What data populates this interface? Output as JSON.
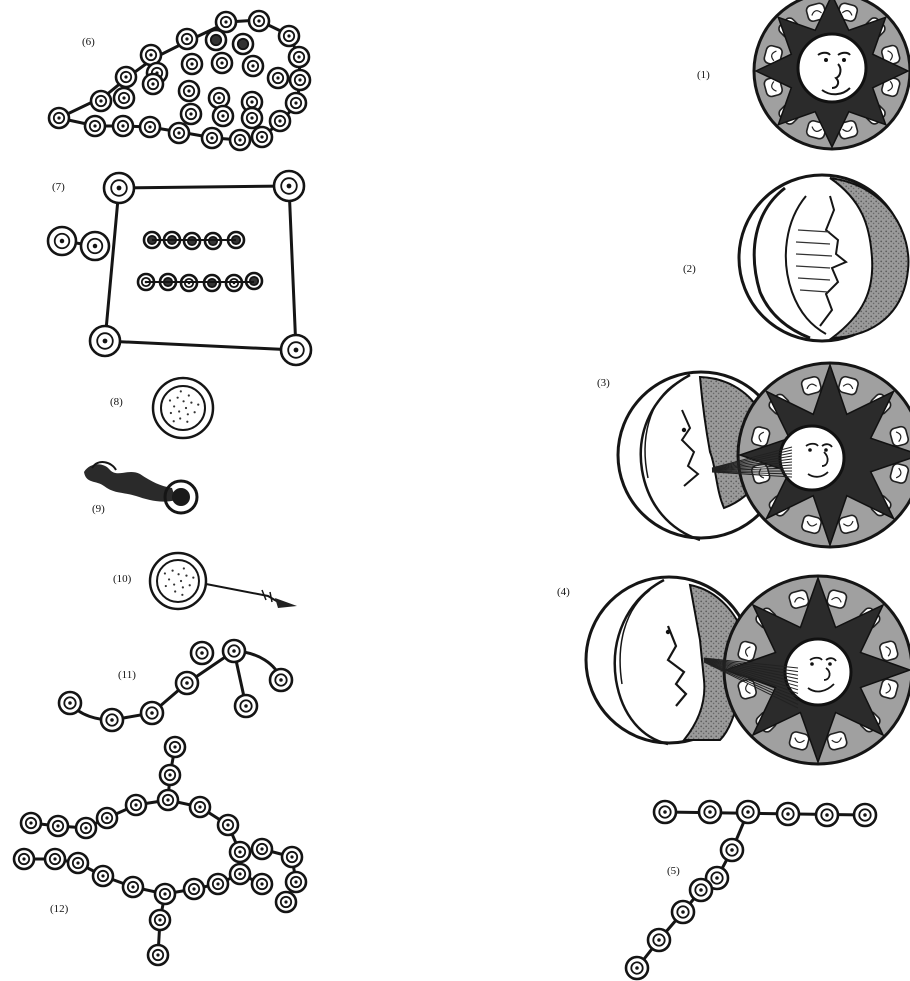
{
  "figures": [
    {
      "id": "1",
      "label": "(1)",
      "subject": "sun with face inside star-ring"
    },
    {
      "id": "2",
      "label": "(2)",
      "subject": "crescent moon with face, dark half"
    },
    {
      "id": "3",
      "label": "(3)",
      "subject": "moon and sun, rays between faces"
    },
    {
      "id": "4",
      "label": "(4)",
      "subject": "moon blowing rays onto sun"
    },
    {
      "id": "5",
      "label": "(5)",
      "subject": "star chain, T-shaped"
    },
    {
      "id": "6",
      "label": "(6)",
      "subject": "star cluster, drop-shaped outline"
    },
    {
      "id": "7",
      "label": "(7)",
      "subject": "quadrilateral of stars with two rows"
    },
    {
      "id": "8",
      "label": "(8)",
      "subject": "dotted circle"
    },
    {
      "id": "9",
      "label": "(9)",
      "subject": "smoke / comet with dark head"
    },
    {
      "id": "10",
      "label": "(10)",
      "subject": "dotted circle with arrow tail"
    },
    {
      "id": "11",
      "label": "(11)",
      "subject": "serpentine chain of stars"
    },
    {
      "id": "12",
      "label": "(12)",
      "subject": "branching network of stars"
    }
  ],
  "colors": {
    "ink": "#151515",
    "shade": "#8a8a8a",
    "paper": "#ffffff"
  }
}
